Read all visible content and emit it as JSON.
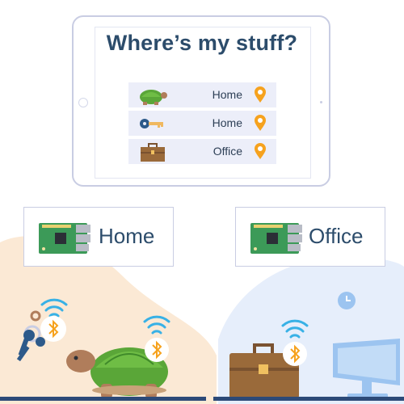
{
  "tablet": {
    "title": "Where’s my stuff?",
    "items": [
      {
        "icon": "turtle-icon",
        "location": "Home"
      },
      {
        "icon": "key-icon",
        "location": "Home"
      },
      {
        "icon": "briefcase-icon",
        "location": "Office"
      }
    ]
  },
  "locations": [
    {
      "label": "Home",
      "device": "raspberry-pi-board"
    },
    {
      "label": "Office",
      "device": "raspberry-pi-board"
    }
  ],
  "colors": {
    "title": "#2c4c6b",
    "pin": "#f6a21e",
    "row_bg": "#eceef9",
    "wifi": "#38b1e6",
    "bluetooth": "#f6a21e",
    "home_blob": "#fbe9d5",
    "office_blob": "#e6eefb",
    "board": "#3c9a58",
    "turtle_shell": "#5aa638",
    "briefcase": "#9a6a3a",
    "monitor": "#9cc4f0"
  }
}
